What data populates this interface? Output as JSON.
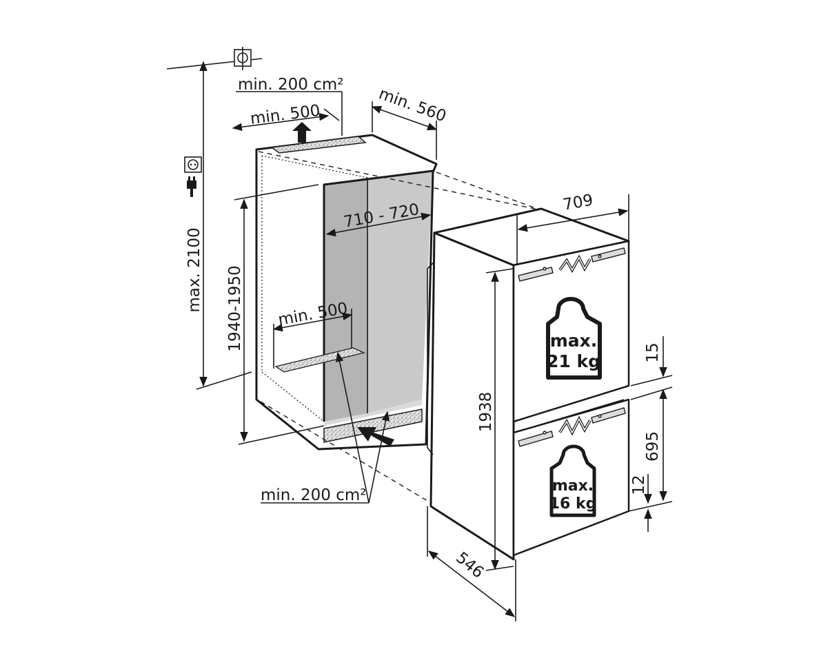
{
  "labels": {
    "top_vent": "min. 200 cm²",
    "bottom_vent": "min. 200 cm²",
    "top_width": "min. 500",
    "floor_depth": "min. 500",
    "niche_depth": "min. 560",
    "inner_depth": "710 - 720",
    "max_height": "max. 2100",
    "niche_height": "1940-1950",
    "appliance_width": "709",
    "appliance_height": "1938",
    "appliance_depth": "546",
    "gap_top": "15",
    "lower_door": "695",
    "gap_bottom": "12"
  },
  "weights": {
    "upper": {
      "line1": "max.",
      "line2": "21 kg"
    },
    "lower": {
      "line1": "max.",
      "line2": "16 kg"
    }
  },
  "icons": [
    "plumb-line-icon",
    "power-socket-icon",
    "power-plug-icon"
  ],
  "colors": {
    "line": "#1a1a1a",
    "niche_back": "#c9c9c9",
    "niche_side": "#b5b5b5",
    "vent": "#d8d8d8"
  }
}
